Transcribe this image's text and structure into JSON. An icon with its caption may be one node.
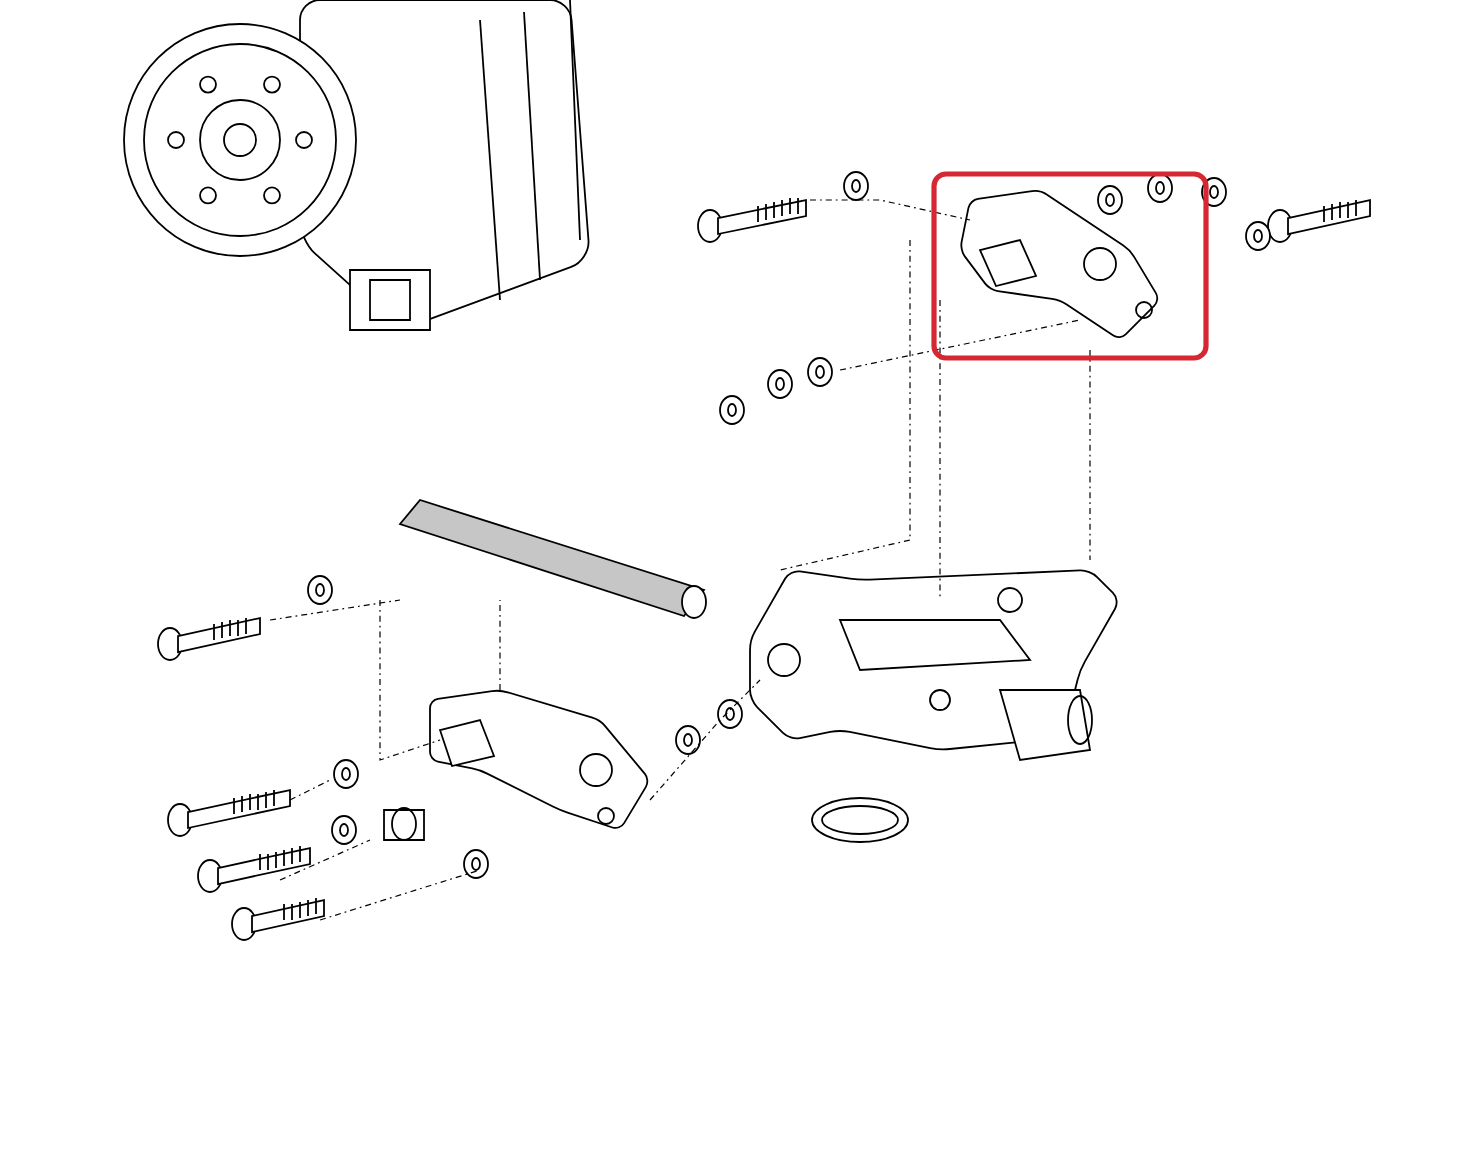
{
  "diagram": {
    "nodes": [
      {
        "text": [],
        "shape": "picture"
      },
      {
        "text": [],
        "shape": "box",
        "in": 0
      }
    ]
  }
}
